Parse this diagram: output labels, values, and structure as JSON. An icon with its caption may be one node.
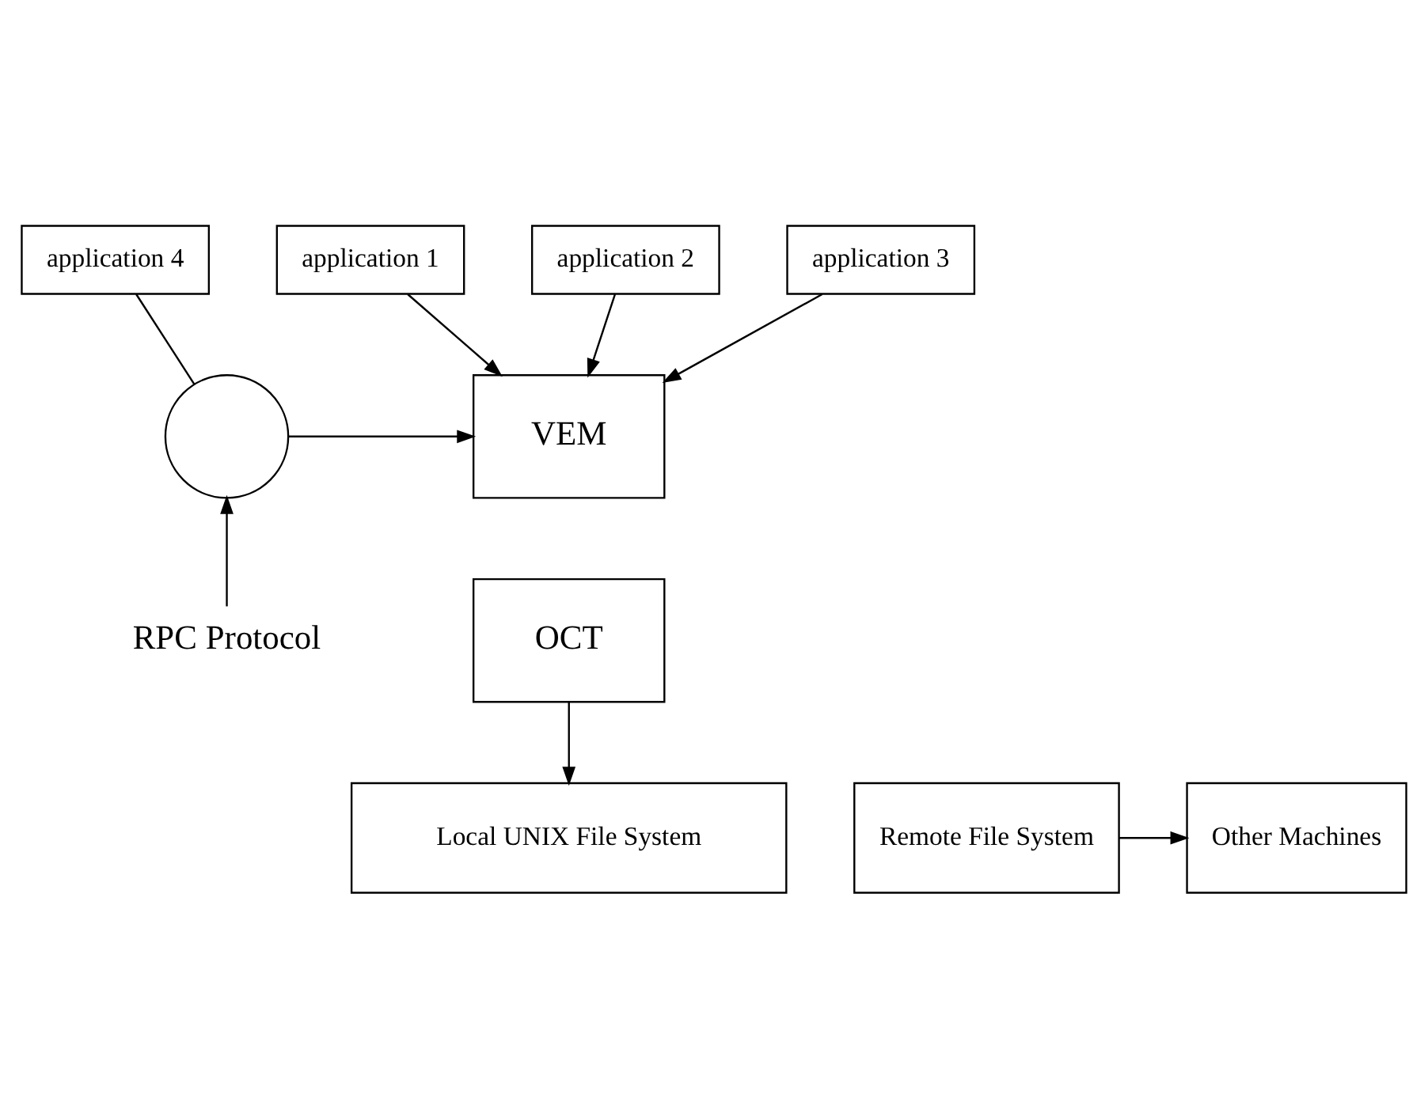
{
  "diagram": {
    "nodes": [
      {
        "text": [
          "application 1"
        ]
      },
      {
        "text": [
          "application 2"
        ]
      },
      {
        "text": [
          "application 3"
        ]
      },
      {
        "text": [
          "application 4"
        ]
      },
      {
        "text": [
          "VEM"
        ]
      },
      {
        "text": [
          "OCT"
        ]
      },
      {
        "text": [],
        "shape": "circle"
      },
      {
        "text": [
          "RPC Protocol"
        ]
      },
      {
        "text": [
          "Local UNIX File System"
        ]
      },
      {
        "text": [
          "Remote File System"
        ]
      },
      {
        "text": [
          "Other Machines"
        ]
      }
    ],
    "edges": [
      {
        "from": 0,
        "to": 4,
        "arrow": "to"
      },
      {
        "from": 1,
        "to": 4,
        "arrow": "to"
      },
      {
        "from": 2,
        "to": 4,
        "arrow": "to"
      },
      {
        "from": 3,
        "to": 6,
        "arrow": "none"
      },
      {
        "from": 6,
        "to": 4,
        "arrow": "to"
      },
      {
        "from": 7,
        "to": 6,
        "arrow": "to"
      },
      {
        "from": 5,
        "to": 8,
        "arrow": "to"
      },
      {
        "from": 9,
        "to": 10,
        "arrow": "to"
      }
    ]
  }
}
